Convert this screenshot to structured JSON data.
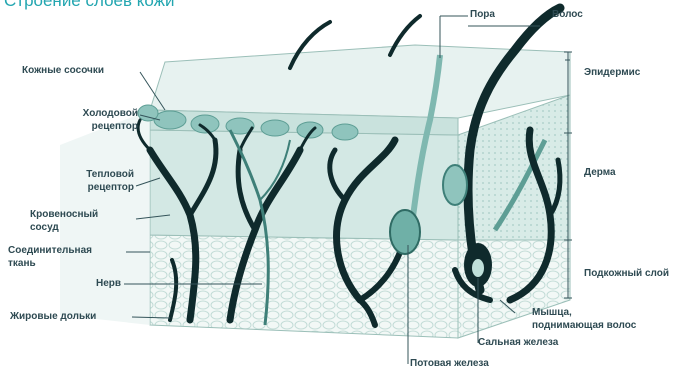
{
  "title": "Строение слоев кожи",
  "labels": {
    "skin_papillae": "Кожные сосочки",
    "cold_receptor_1": "Холодовой",
    "cold_receptor_2": "рецептор",
    "heat_receptor_1": "Тепловой",
    "heat_receptor_2": "рецептор",
    "blood_vessel_1": "Кровеносный",
    "blood_vessel_2": "сосуд",
    "connective_tissue_1": "Соединительная",
    "connective_tissue_2": "ткань",
    "nerve": "Нерв",
    "fat_lobules": "Жировые дольки",
    "pore": "Пора",
    "hair": "Волос",
    "epidermis": "Эпидермис",
    "dermis": "Дерма",
    "hypodermis": "Подкожный слой",
    "muscle_1": "Мышца,",
    "muscle_2": "поднимающая волос",
    "sebaceous_gland": "Сальная железа",
    "sweat_gland": "Потовая железа"
  },
  "colors": {
    "title": "#23a6b0",
    "vessel": "#0f2a2c",
    "epidermis": "#e7f2f0",
    "dermis": "#d3e8e4",
    "hypodermis": "#eef6f4",
    "papillae": "#8fc4bd",
    "label": "#2e4a52"
  }
}
